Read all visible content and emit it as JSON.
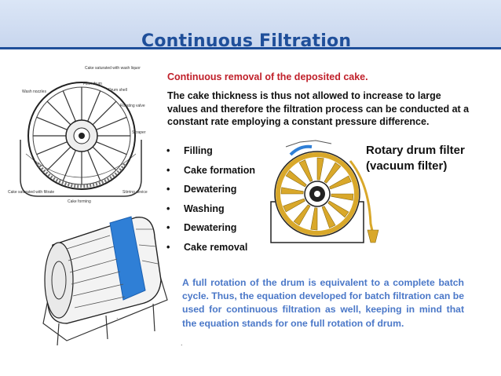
{
  "slide": {
    "title": "Continuous Filtration",
    "subtitle": "Continuous removal of the deposited cake.",
    "paragraph": "The cake thickness is thus not allowed to increase to large values and therefore the filtration process can be conducted at a constant rate employing a constant pressure difference.",
    "steps": [
      "Filling",
      "Cake formation",
      "Dewatering",
      "Washing",
      "Dewatering",
      "Cake removal"
    ],
    "bullet": "•",
    "rotary_label_line1": "Rotary drum filter",
    "rotary_label_line2": "(vacuum filter)",
    "note": "A full rotation of the drum is equivalent to a complete batch cycle. Thus, the equation developed for batch filtration can be used for continuous filtration as well, keeping in mind that the equation stands for one full rotation of drum."
  },
  "diagram_labels": {
    "cake_wash": "Cake saturated with wash liquor",
    "filter_drum": "Filter drum",
    "drum_shell": "Drum shell",
    "wash_nozzles": "Wash nozzles",
    "rotating_valve": "Rotating valve",
    "scraper": "Scraper",
    "cake_filtrate": "Cake saturated with filtrate",
    "cake_forming": "Cake forming",
    "stirring_device": "Stirring device"
  },
  "colors": {
    "title": "#1f4f9a",
    "subtitle": "#c0202a",
    "note": "#4b78c8",
    "header_band": "#d3def2",
    "drum_gold": "#d9a82a",
    "drum_blue": "#2f7fd6"
  }
}
